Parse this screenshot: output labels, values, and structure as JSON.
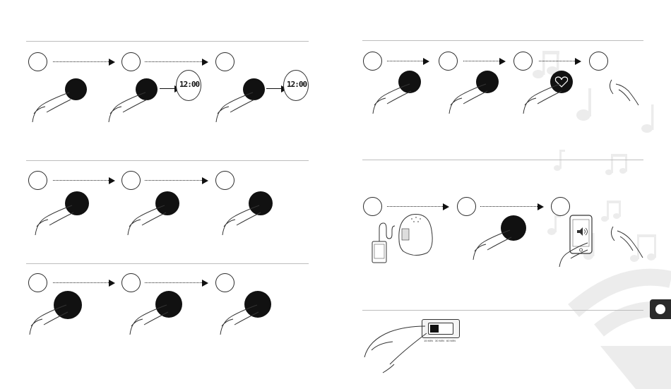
{
  "clock_display": "12:00",
  "timer_options": [
    "15 MIN",
    "30 MIN",
    "60 MIN"
  ],
  "colors": {
    "line": "#bdbdbd",
    "ink": "#111111",
    "faint": "#eeeeee"
  }
}
